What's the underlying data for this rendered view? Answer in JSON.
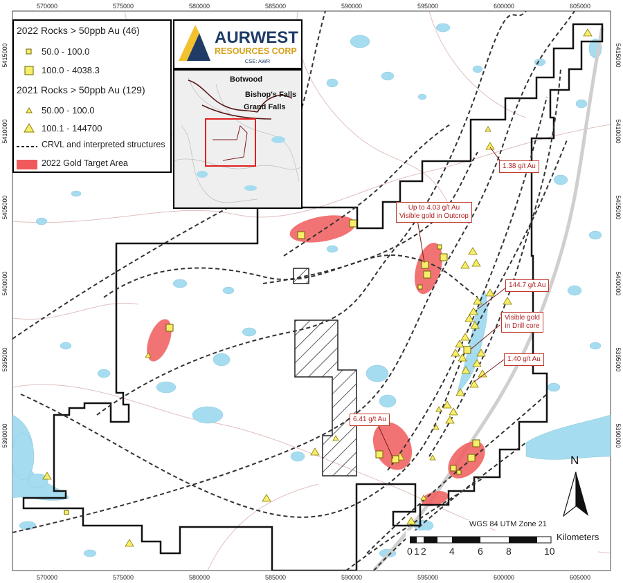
{
  "map": {
    "x_ticks": [
      "570000",
      "575000",
      "580000",
      "585000",
      "590000",
      "595000",
      "600000",
      "605000"
    ],
    "y_ticks": [
      "5415000",
      "5410000",
      "5405000",
      "5400000",
      "5395000",
      "5390000"
    ],
    "projection": "WGS 84 UTM Zone 21",
    "north_label": "N"
  },
  "legend": {
    "group_2022": "2022 Rocks > 50ppb Au (46)",
    "r2022_small": "50.0 - 100.0",
    "r2022_large": "100.0 - 4038.3",
    "group_2021": "2021 Rocks > 50ppb Au (129)",
    "r2021_small": "50.00 - 100.0",
    "r2021_large": "100.1 - 144700",
    "structures": "CRVL and interpreted structures",
    "target_area": "2022 Gold Target Area"
  },
  "logo": {
    "name_line1": "AURWEST",
    "name_line2": "RESOURCES CORP",
    "ticker": "CSE: AWR"
  },
  "inset": {
    "towns": [
      "Botwood",
      "Bishop's Falls",
      "Grand Falls"
    ]
  },
  "callouts": {
    "c1": "1.38 g/t Au",
    "c2_line1": "Up to 4.03 g/t Au",
    "c2_line2": "Visible gold in Outcrop",
    "c3": "144.7 g/t Au",
    "c4_line1": "Visible gold",
    "c4_line2": "in Drill core",
    "c5": "1.40 g/t Au",
    "c6": "6.41 g/t Au"
  },
  "scalebar": {
    "unit": "Kilometers",
    "labels": [
      "0",
      "1",
      "2",
      "4",
      "6",
      "8",
      "10"
    ]
  },
  "colors": {
    "water": "#a6dcef",
    "target": "#f05a5a",
    "sample_fill": "#f7ee6b",
    "sample_stroke": "#8a7d00",
    "callout_text": "#b22222"
  }
}
